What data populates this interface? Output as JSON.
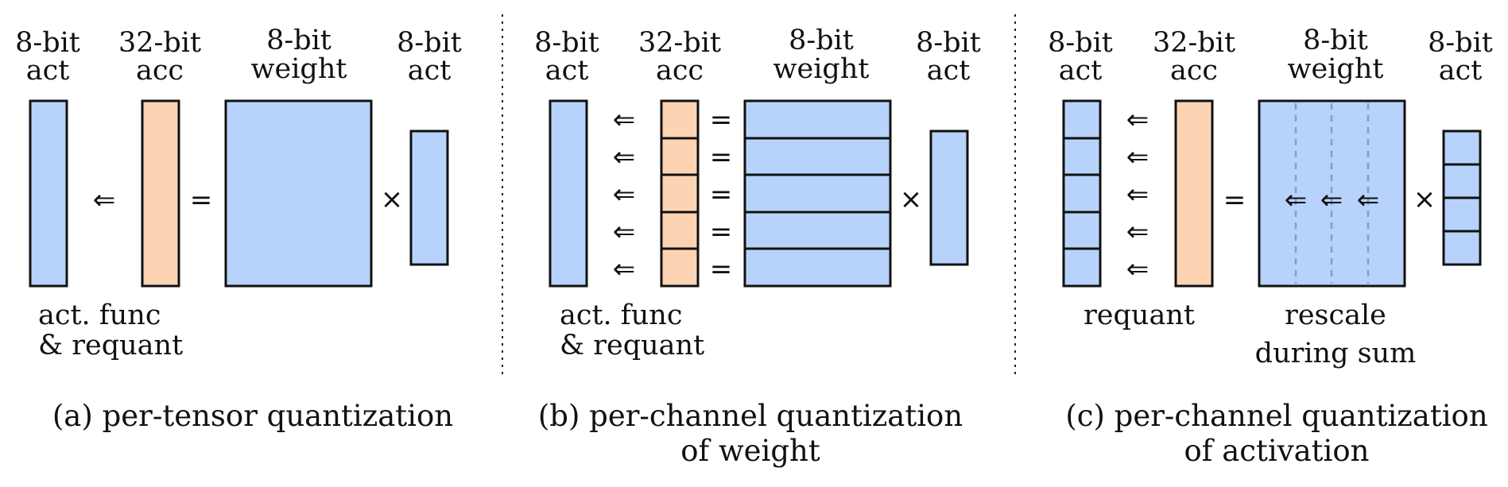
{
  "colors": {
    "act": "#b7d3fb",
    "acc": "#fcd4b4",
    "weight": "#b7d3fb",
    "outline": "#111111",
    "dash": "#7fa0c8"
  },
  "labels": {
    "act": [
      "8-bit",
      "act"
    ],
    "acc": [
      "32-bit",
      "acc"
    ],
    "weight": [
      "8-bit",
      "weight"
    ]
  },
  "symbols": {
    "arrow": "⇐",
    "equals": "=",
    "times": "×"
  },
  "panels": [
    {
      "caption": [
        "(a) per-tensor quantization"
      ],
      "note": [
        "act. func",
        "& requant"
      ]
    },
    {
      "caption": [
        "(b) per-channel quantization",
        "of weight"
      ],
      "note": [
        "act. func",
        "& requant"
      ]
    },
    {
      "caption": [
        "(c) per-channel quantization",
        "of activation"
      ],
      "note_left": [
        "requant"
      ],
      "note_right": [
        "rescale",
        "during sum"
      ]
    }
  ]
}
